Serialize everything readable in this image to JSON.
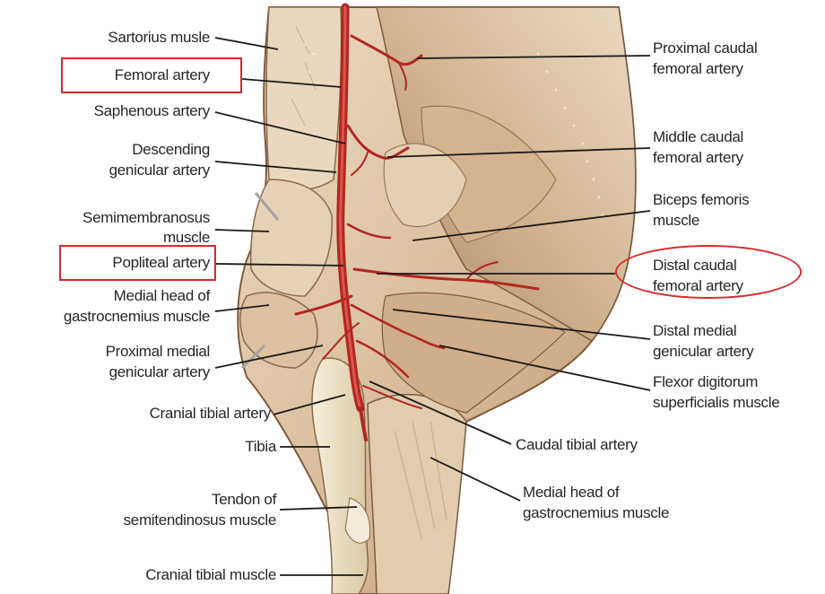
{
  "labels": {
    "sartorius": "Sartorius musle",
    "femoral_artery": "Femoral artery",
    "saphenous_artery": "Saphenous artery",
    "descending_genicular_1": "Descending",
    "descending_genicular_2": "genicular artery",
    "semimembranosus_1": "Semimembranosus",
    "semimembranosus_2": "muscle",
    "popliteal_artery": "Popliteal artery",
    "medial_head_gastro_left_1": "Medial head of",
    "medial_head_gastro_left_2": "gastrocnemius muscle",
    "proximal_medial_genicular_1": "Proximal medial",
    "proximal_medial_genicular_2": "genicular artery",
    "cranial_tibial_artery": "Cranial tibial artery",
    "tibia": "Tibia",
    "tendon_semitendinosus_1": "Tendon of",
    "tendon_semitendinosus_2": "semitendinosus muscle",
    "cranial_tibial_muscle": "Cranial tibial muscle",
    "proximal_caudal_femoral_1": "Proximal caudal",
    "proximal_caudal_femoral_2": "femoral artery",
    "middle_caudal_femoral_1": "Middle caudal",
    "middle_caudal_femoral_2": "femoral artery",
    "biceps_femoris_1": "Biceps femoris",
    "biceps_femoris_2": "muscle",
    "distal_caudal_femoral_1": "Distal caudal",
    "distal_caudal_femoral_2": "femoral artery",
    "distal_medial_genicular_1": "Distal medial",
    "distal_medial_genicular_2": "genicular artery",
    "flexor_digitorum_1": "Flexor digitorum",
    "flexor_digitorum_2": "superficialis muscle",
    "caudal_tibial_artery": "Caudal tibial artery",
    "medial_head_gastro_right_1": "Medial head of",
    "medial_head_gastro_right_2": "gastrocnemius muscle"
  },
  "colors": {
    "highlight": "#d92a2a",
    "artery": "#b3261e",
    "muscle_light": "#e6d2b8",
    "muscle_mid": "#c9a582",
    "muscle_dark": "#8d6a4b",
    "bone": "#efe6cf",
    "leader": "#1a1a1a"
  }
}
